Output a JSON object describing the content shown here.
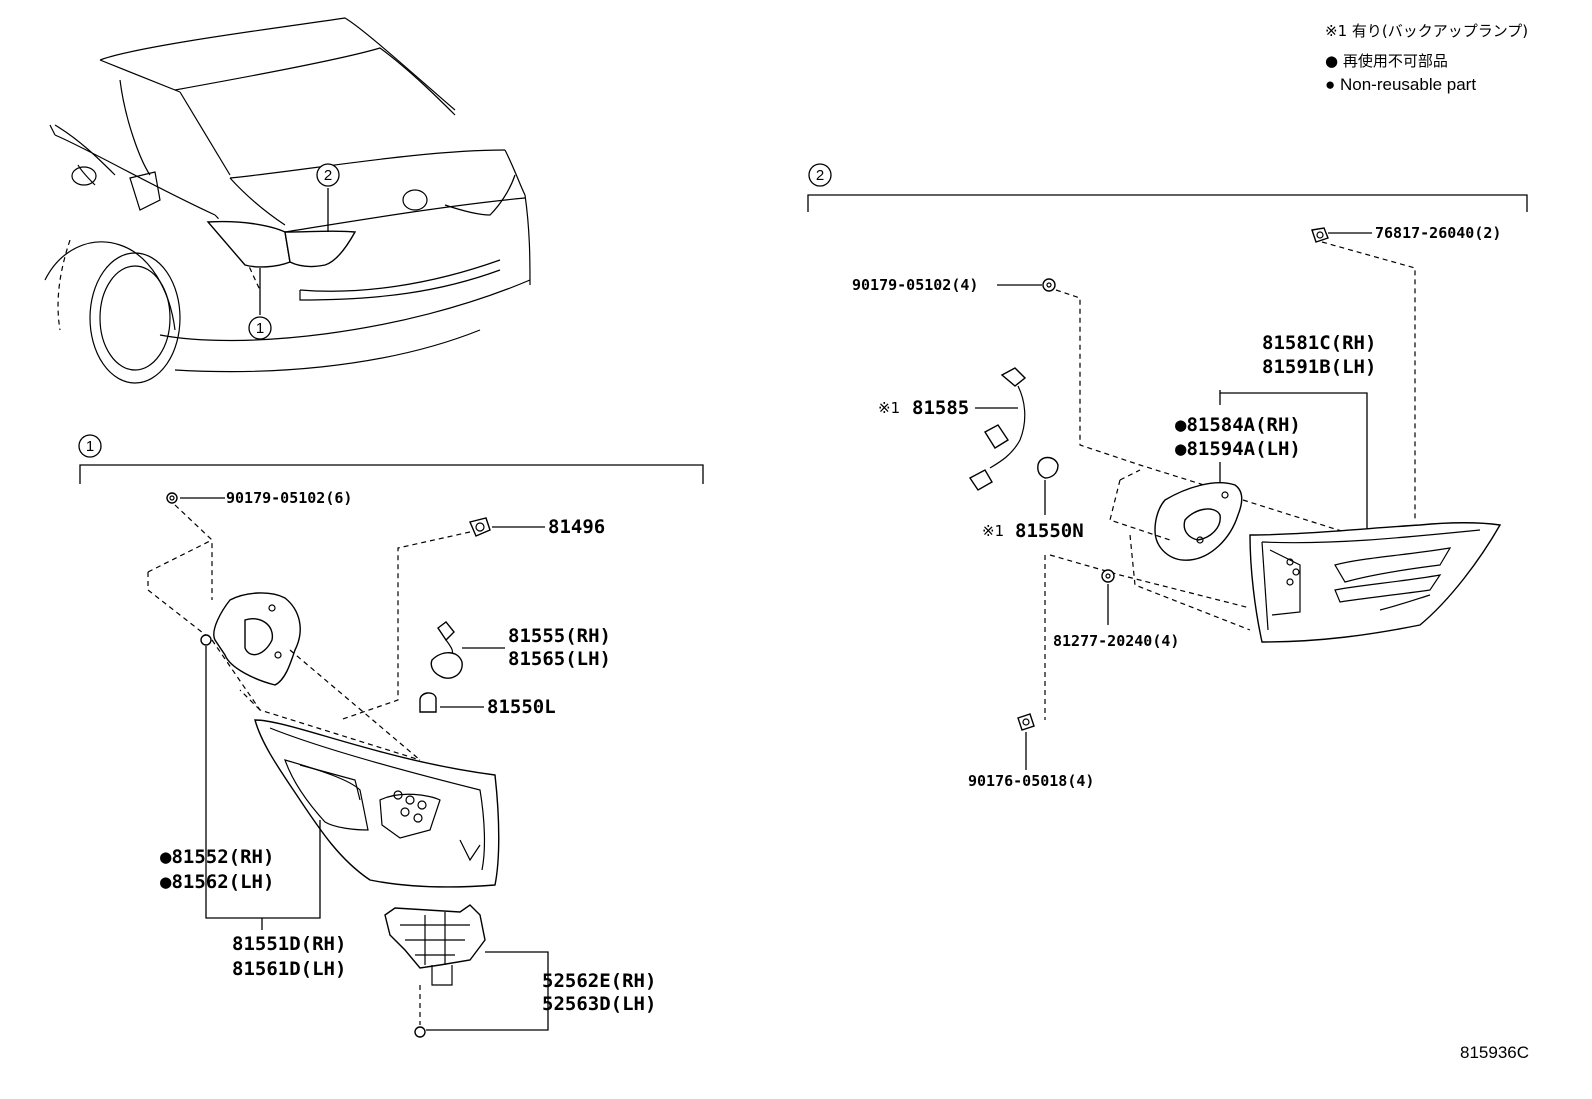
{
  "legend": {
    "note1": "※1  有り(バックアップランプ)",
    "note2": "● 再使用不可部品",
    "note3": "● Non-reusable part"
  },
  "callouts": {
    "one": "1",
    "two": "2"
  },
  "group1": {
    "parts": {
      "screw_top": "90179-05102(6)",
      "clip": "81496",
      "socket_rh": "81555(RH)",
      "socket_lh": "81565(LH)",
      "bulb": "81550L",
      "gasket_rh": "●81552(RH)",
      "gasket_lh": "●81562(LH)",
      "lamp_rh": "81551D(RH)",
      "lamp_lh": "81561D(LH)",
      "bracket_rh": "52562E(RH)",
      "bracket_lh": "52563D(LH)"
    }
  },
  "group2": {
    "parts": {
      "clip_top": "76817-26040(2)",
      "screw_top": "90179-05102(4)",
      "lamp_rh": "81581C(RH)",
      "lamp_lh": "81591B(LH)",
      "gasket_rh": "●81584A(RH)",
      "gasket_lh": "●81594A(LH)",
      "socket_prefix": "※1",
      "socket": "81585",
      "bulb_prefix": "※1",
      "bulb": "81550N",
      "nut": "81277-20240(4)",
      "screw_bottom": "90176-05018(4)"
    }
  },
  "diagram_id": "815936C"
}
